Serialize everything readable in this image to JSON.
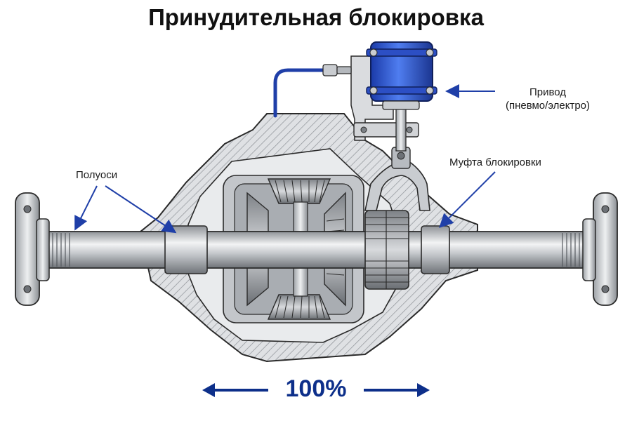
{
  "title": "Принудительная блокировка",
  "labels": {
    "actuator_line1": "Привод",
    "actuator_line2": "(пневмо/электро)",
    "coupling": "Муфта блокировки",
    "half_shafts": "Полуоси"
  },
  "indicator": {
    "value": "100%"
  },
  "colors": {
    "accent": "#1f3fa8",
    "actuator_body": "#2a55d6",
    "housing": "#d4d6d9",
    "hatch": "#9a9ea3",
    "shaft": "#c9ccd0",
    "outline": "#2a2a2a"
  }
}
